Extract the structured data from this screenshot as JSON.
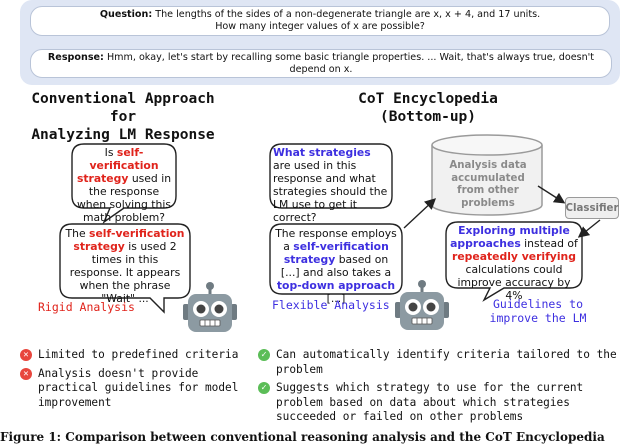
{
  "prompt": {
    "question_label": "Question:",
    "question_text_1": "The lengths of the sides of a non-degenerate triangle are x, x + 4, and 17 units.",
    "question_text_2": "How many integer values of x are possible?",
    "response_label": "Response:",
    "response_text": "Hmm, okay, let's start by recalling some basic triangle properties. ... Wait, that's always true, doesn't depend on x."
  },
  "left": {
    "heading_1": "Conventional Approach for",
    "heading_2": "Analyzing LM Response",
    "q_is": "Is ",
    "q_red": "self-verification strategy",
    "q_rest": " used in the response when solving this math problem?",
    "a_the": "The ",
    "a_red": "self-verification strategy",
    "a_rest": " is used 2 times in this response. It appears when the phrase \"Wait\" ...",
    "caption": "Rigid Analysis",
    "items": [
      "Limited to predefined criteria",
      "Analysis doesn't provide practical guidelines for model improvement"
    ]
  },
  "right": {
    "heading_1": "CoT Encyclopedia",
    "heading_2": "(Bottom-up)",
    "q_blue": "What strategies",
    "q_rest": " are used in this response and what strategies should the LM use to get it correct?",
    "a_1": "The response employs a ",
    "a_blue_1": "self-verification strategy",
    "a_2": " based on [...] and also takes a ",
    "a_blue_2": "top-down approach",
    "a_3": " [...]",
    "db_text": "Analysis data accumulated from other problems",
    "classifier": "Classifier",
    "g_blue": "Exploring multiple approaches",
    "g_1": " instead of ",
    "g_red": "repeatedly verifying",
    "g_2": " calculations could improve accuracy by 4%",
    "caption": "Flexible Analysis",
    "guidelines_caption": "Guidelines to improve the LM",
    "items": [
      "Can automatically identify criteria tailored to the problem",
      "Suggests which strategy to use for the current problem based on data about which strategies succeeded or failed on other problems"
    ]
  },
  "figure_caption": "Figure 1: Comparison between conventional reasoning analysis and the CoT Encyclopedia",
  "icons": {
    "cross": "x-circle-icon",
    "check": "check-circle-icon",
    "robot": "robot-icon",
    "database": "database-icon"
  },
  "colors": {
    "accent_red": "#e0231b",
    "accent_blue": "#3d2fe0",
    "panel_bg": "#dfe6f4",
    "robot_gray": "#8c9aa2"
  }
}
